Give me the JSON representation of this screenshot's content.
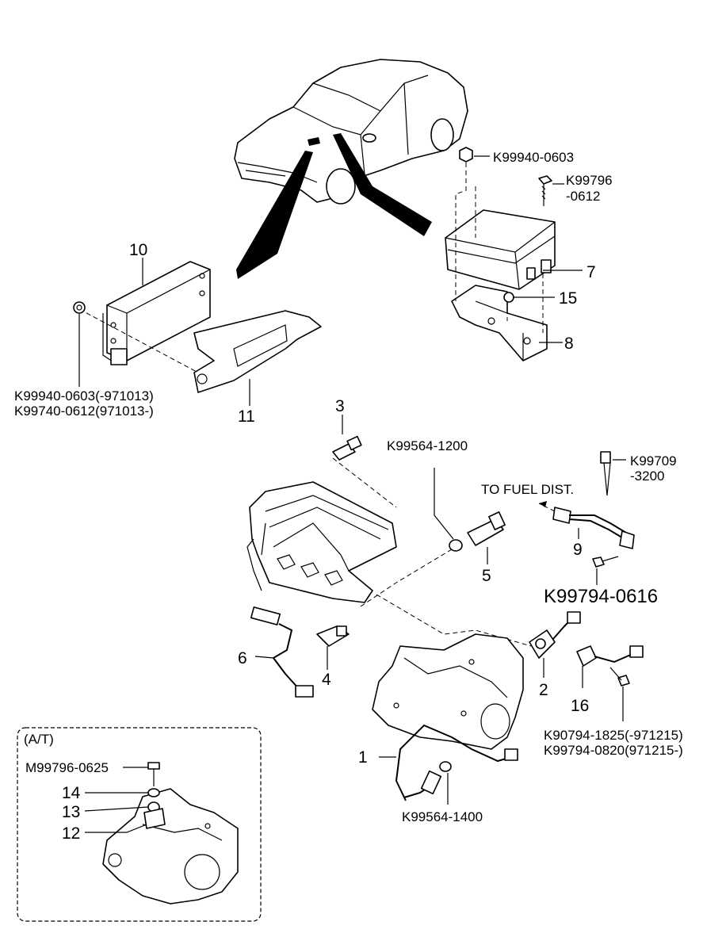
{
  "labels": {
    "k99940_0603": "K99940-0603",
    "k99796_a": "K99796",
    "k99796_b": "-0612",
    "n7": "7",
    "n15": "15",
    "n8": "8",
    "n10": "10",
    "n11": "11",
    "k99940_971013": "K99940-0603(-971013)",
    "k99740_971013": "K99740-0612(971013-)",
    "n3": "3",
    "k99564_1200": "K99564-1200",
    "k99709_a": "K99709",
    "k99709_b": "-3200",
    "fuel_dist": "TO FUEL DIST.",
    "n9": "9",
    "n5": "5",
    "k99794_0616": "K99794-0616",
    "n6": "6",
    "n4": "4",
    "n2": "2",
    "n16": "16",
    "k90794_1825": "K90794-1825(-971215)",
    "k99794_0820": "K99794-0820(971215-)",
    "n1": "1",
    "k99564_1400": "K99564-1400",
    "at": "(A/T)",
    "m99796_0625": "M99796-0625",
    "n14": "14",
    "n13": "13",
    "n12": "12"
  }
}
